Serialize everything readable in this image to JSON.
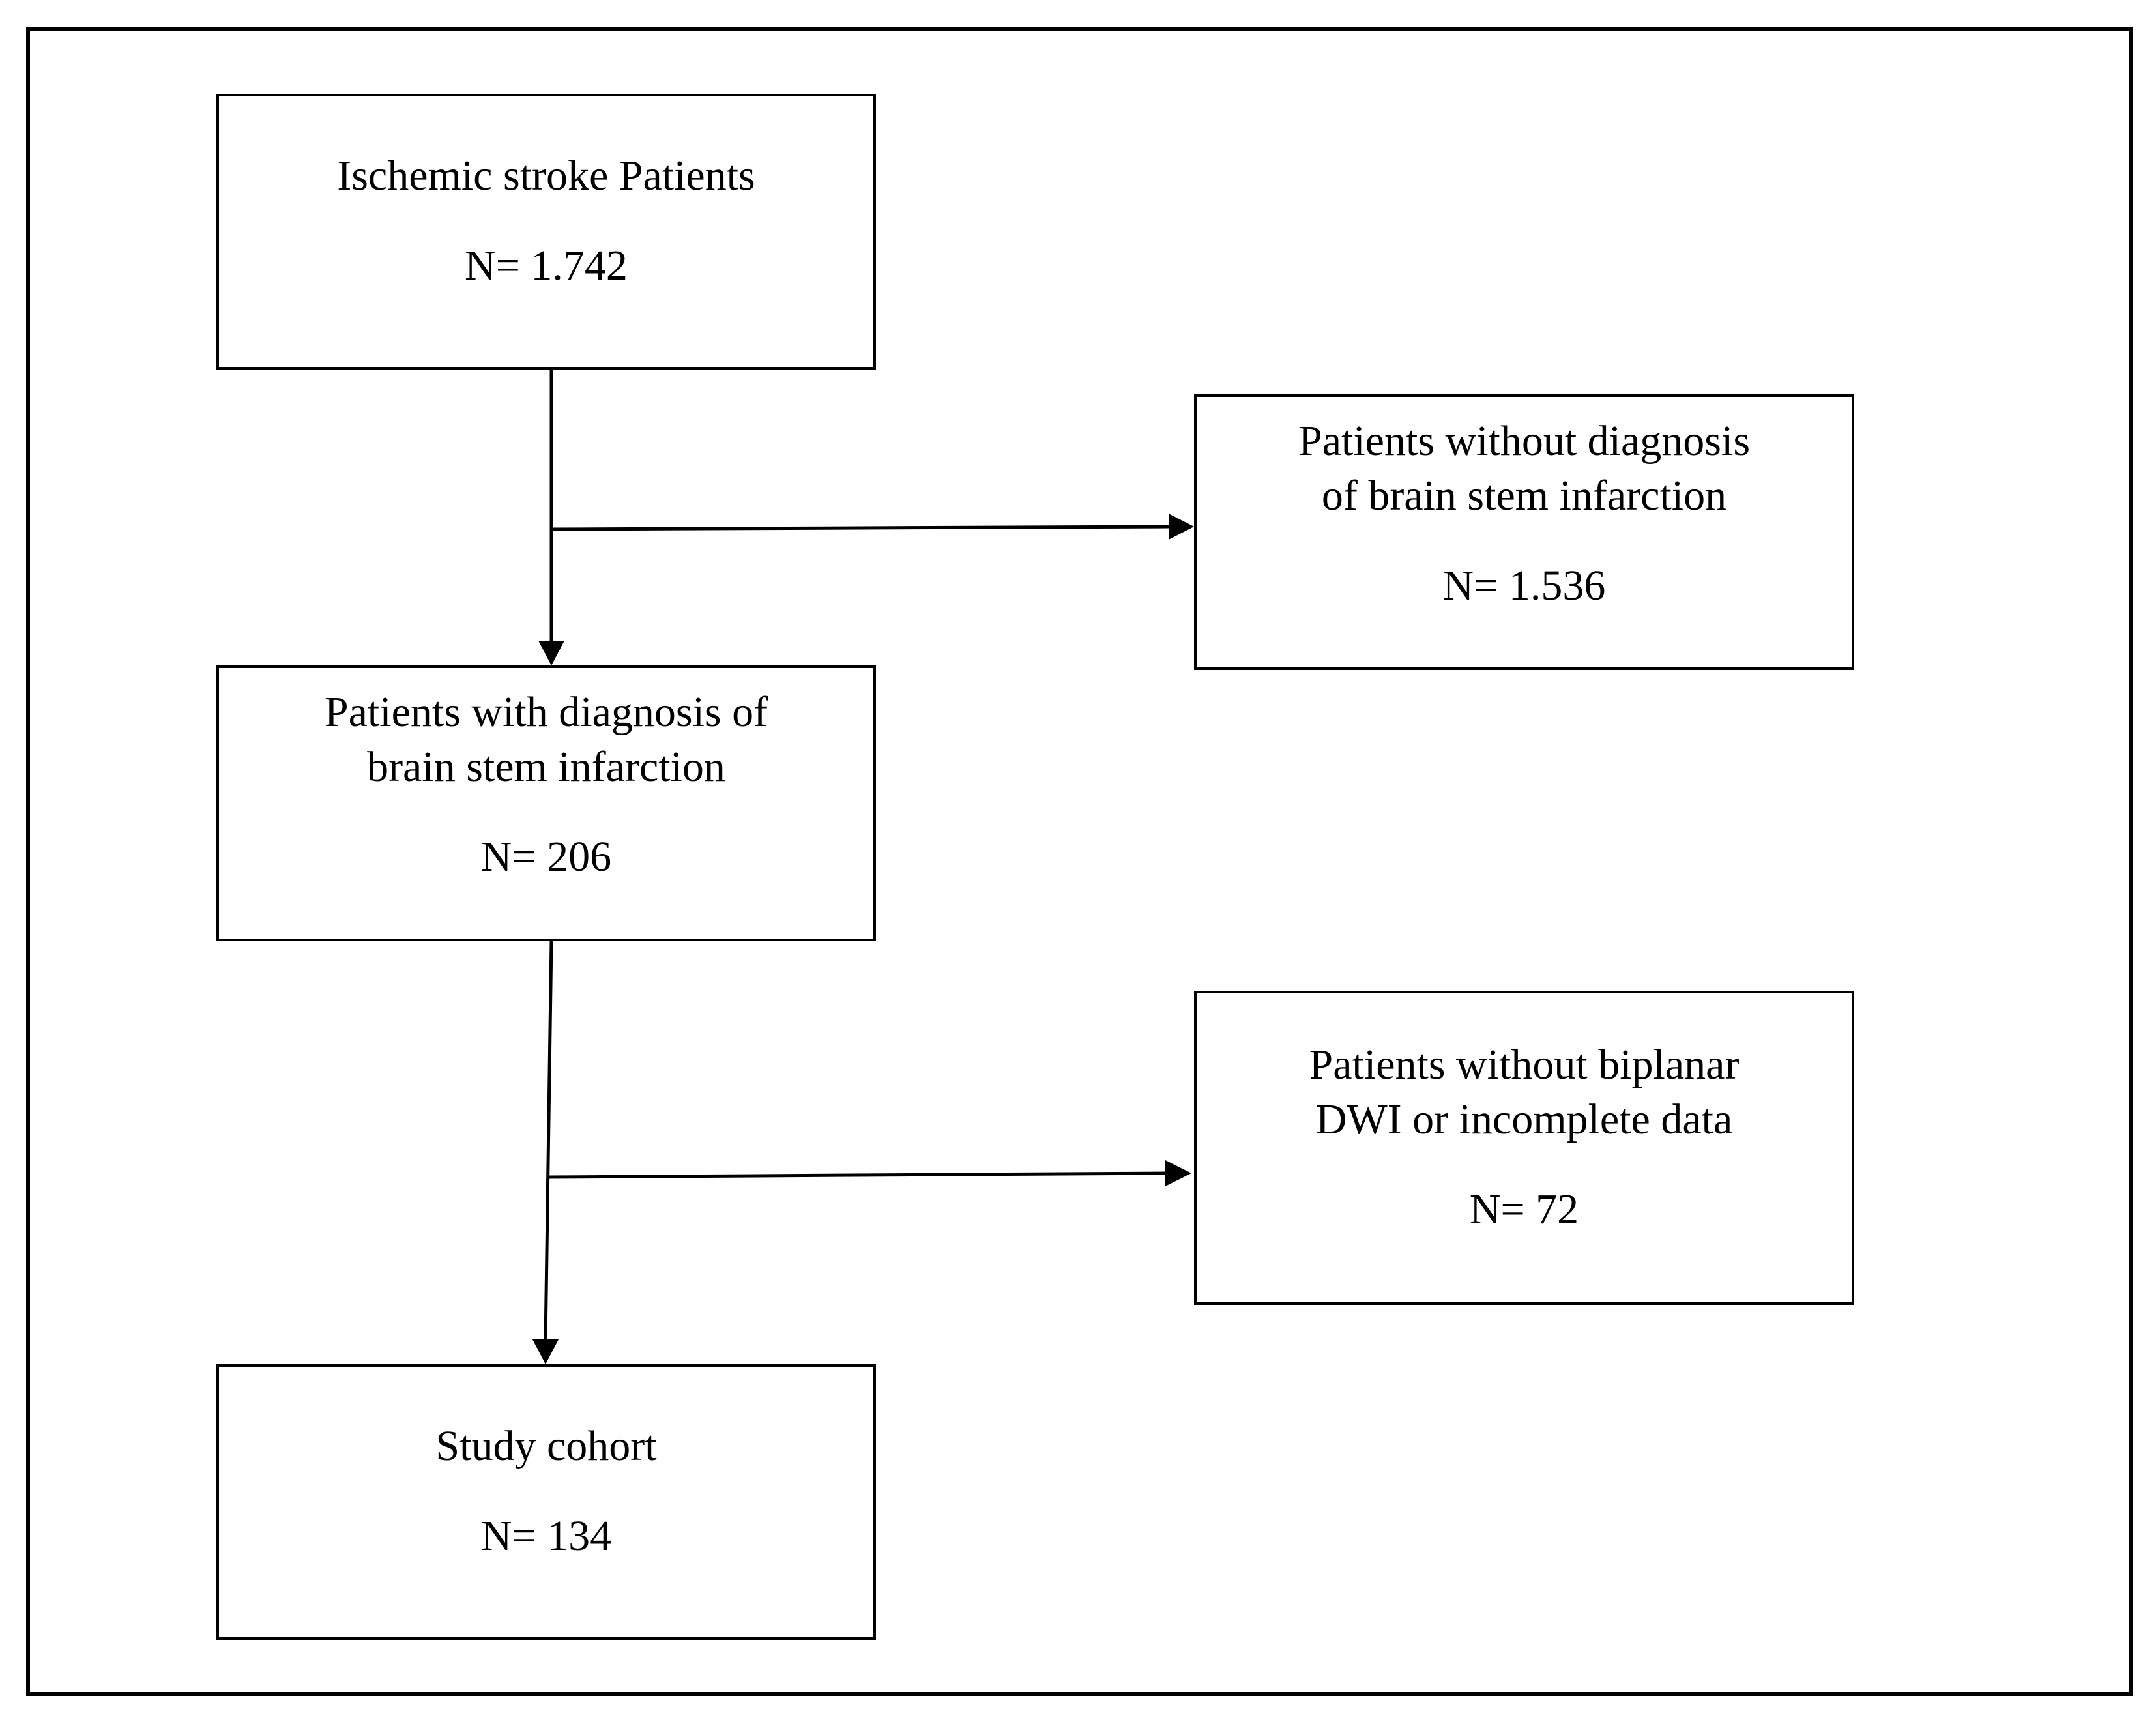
{
  "boxes": [
    {
      "title_lines": [
        "Ischemic stroke Patients"
      ],
      "count": "N= 1.742"
    },
    {
      "title_lines": [
        "Patients without diagnosis",
        "of brain stem infarction"
      ],
      "count": "N= 1.536"
    },
    {
      "title_lines": [
        "Patients with diagnosis of",
        "brain stem infarction"
      ],
      "count": "N= 206"
    },
    {
      "title_lines": [
        "Patients without biplanar",
        "DWI or incomplete data"
      ],
      "count": "N= 72"
    },
    {
      "title_lines": [
        "Study cohort"
      ],
      "count": "N= 134"
    }
  ]
}
